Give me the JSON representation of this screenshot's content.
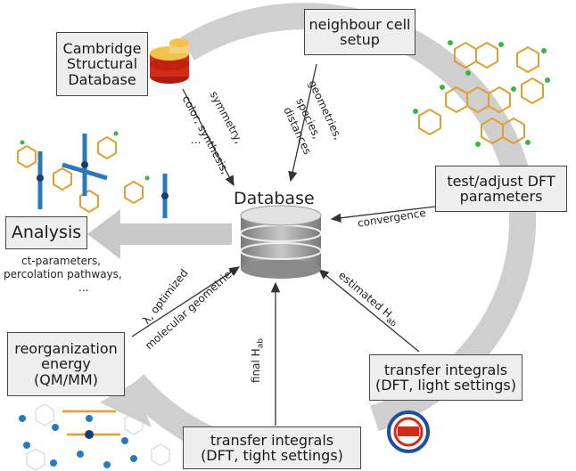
{
  "nodes": {
    "csd": [
      "Cambridge",
      "Structural",
      "Database"
    ],
    "neighbour": [
      "neighbour cell",
      "setup"
    ],
    "dft_test": [
      "test/adjust DFT",
      "parameters"
    ],
    "analysis": "Analysis",
    "database": "Database",
    "reorg": [
      "reorganization",
      "energy",
      "(QM/MM)"
    ],
    "ti_light": [
      "transfer integrals",
      "(DFT, light settings)"
    ],
    "ti_tight": [
      "transfer integrals",
      "(DFT, tight settings)"
    ]
  },
  "edges": {
    "symmetry": "symmetry,",
    "color": "color, synthesis,",
    "dots_csd": "...",
    "geometries": "geometries,",
    "species": "species,",
    "distances": "distances",
    "convergence": "convergence",
    "estimated": "estimated H",
    "estimated_sub": "ab",
    "final": "final H",
    "final_sub": "ab",
    "lambda": "λ, optimized",
    "molecular": "molecular geometries",
    "analysis_l1": "ct-parameters,",
    "analysis_l2": "percolation pathways,",
    "analysis_l3": "..."
  },
  "colors": {
    "cycle_arrow": "#c8c8c8",
    "db_body": "#9c9c9c",
    "db_top": "#dcdcdc",
    "csd_red": "#d42a1a",
    "csd_yellow": "#f4c24b",
    "molecule": "#e0a030",
    "atom_blue": "#2b7ab8",
    "atom_green": "#39b54a"
  }
}
